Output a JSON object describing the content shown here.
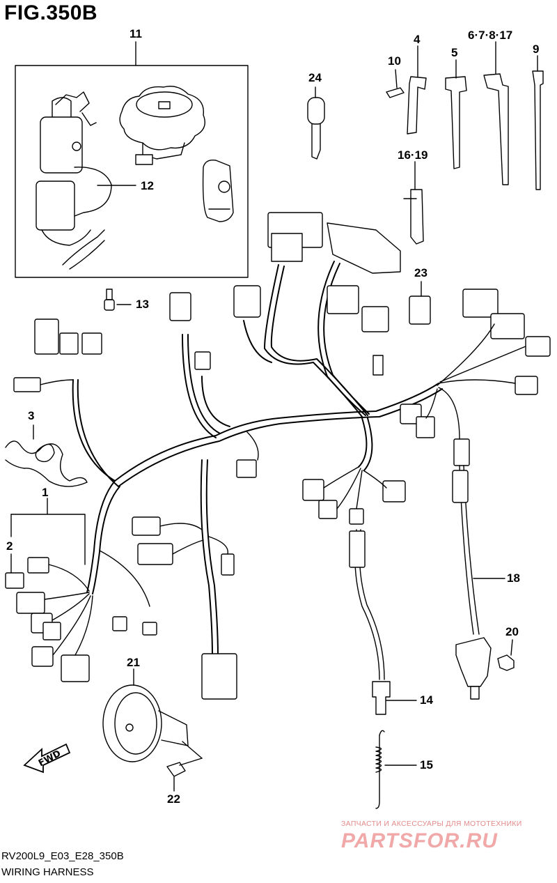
{
  "figure": {
    "title": "FIG.350B",
    "code": "RV200L9_E03_E28_350B",
    "name": "WIRING HARNESS",
    "fwd_label": "FWD"
  },
  "callouts": {
    "c1": "1",
    "c2": "2",
    "c3": "3",
    "c4": "4",
    "c5": "5",
    "c6_7_8_17": "6·7·8·17",
    "c9": "9",
    "c10": "10",
    "c11": "11",
    "c12": "12",
    "c13": "13",
    "c14": "14",
    "c15": "15",
    "c16_19": "16·19",
    "c18": "18",
    "c20": "20",
    "c21": "21",
    "c22": "22",
    "c23": "23",
    "c24": "24"
  },
  "watermark": {
    "tagline": "ЗАПЧАСТИ И АКСЕССУАРЫ ДЛЯ МОТОТЕХНИКИ",
    "brand": "PARTSFOR.RU"
  }
}
